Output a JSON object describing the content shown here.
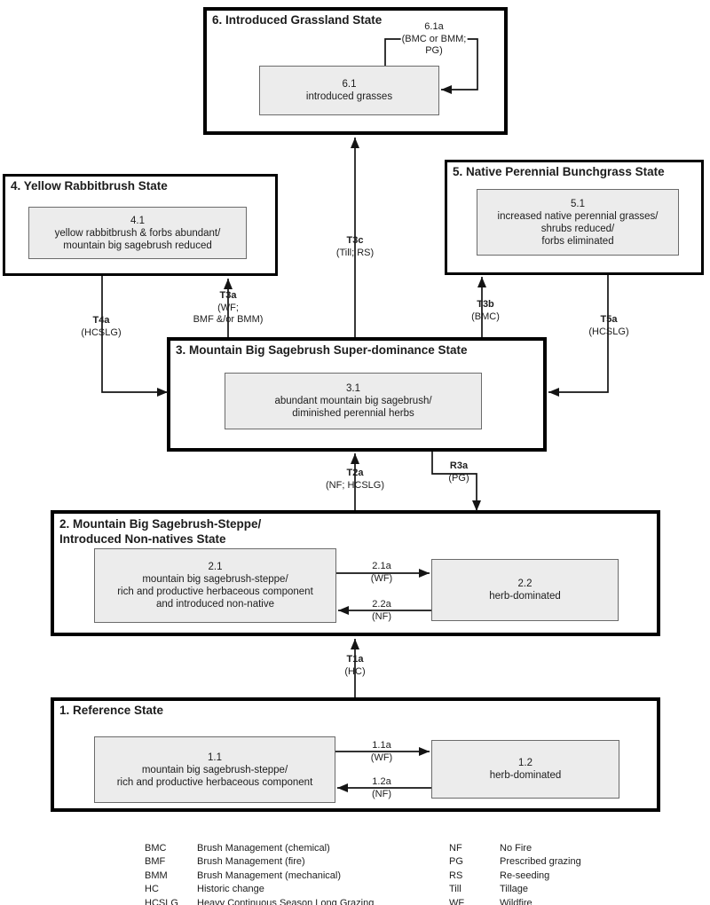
{
  "states": {
    "s1": {
      "title": "1. Reference State"
    },
    "s2": {
      "title_line1": "2. Mountain Big Sagebrush-Steppe/",
      "title_line2": "Introduced Non-natives State"
    },
    "s3": {
      "title": "3. Mountain Big Sagebrush Super-dominance State"
    },
    "s4": {
      "title": "4. Yellow Rabbitbrush State"
    },
    "s5": {
      "title": "5. Native Perennial Bunchgrass State"
    },
    "s6": {
      "title": "6. Introduced Grassland State"
    }
  },
  "communities": {
    "c11": {
      "id": "1.1",
      "l1": "mountain big sagebrush-steppe/",
      "l2": "rich and productive herbaceous component"
    },
    "c12": {
      "id": "1.2",
      "l1": "herb-dominated"
    },
    "c21": {
      "id": "2.1",
      "l1": "mountain big sagebrush-steppe/",
      "l2": "rich and productive herbaceous component",
      "l3": "and introduced non-native"
    },
    "c22": {
      "id": "2.2",
      "l1": "herb-dominated"
    },
    "c31": {
      "id": "3.1",
      "l1": "abundant mountain big sagebrush/",
      "l2": "diminished perennial herbs"
    },
    "c41": {
      "id": "4.1",
      "l1": "yellow rabbitbrush & forbs abundant/",
      "l2": "mountain big sagebrush reduced"
    },
    "c51": {
      "id": "5.1",
      "l1": "increased native perennial grasses/",
      "l2": "shrubs reduced/",
      "l3": "forbs eliminated"
    },
    "c61": {
      "id": "6.1",
      "l1": "introduced grasses"
    }
  },
  "transitions": {
    "t1a": {
      "name": "T1a",
      "cause": "(HC)"
    },
    "t2a": {
      "name": "T2a",
      "cause": "(NF; HCSLG)"
    },
    "t3a": {
      "name": "T3a",
      "cause1": "(WF;",
      "cause2": "BMF &/or BMM)"
    },
    "t3b": {
      "name": "T3b",
      "cause": "(BMC)"
    },
    "t3c": {
      "name": "T3c",
      "cause": "(Till; RS)"
    },
    "t4a": {
      "name": "T4a",
      "cause": "(HCSLG)"
    },
    "t5a": {
      "name": "T5a",
      "cause": "(HCSLG)"
    },
    "r3a": {
      "name": "R3a",
      "cause": "(PG)"
    },
    "p61a": {
      "name": "6.1a",
      "cause1": "(BMC or BMM;",
      "cause2": "PG)"
    },
    "p21a": {
      "name": "2.1a",
      "cause": "(WF)"
    },
    "p22a": {
      "name": "2.2a",
      "cause": "(NF)"
    },
    "p11a": {
      "name": "1.1a",
      "cause": "(WF)"
    },
    "p12a": {
      "name": "1.2a",
      "cause": "(NF)"
    }
  },
  "legend": {
    "left": [
      {
        "abbr": "BMC",
        "def": "Brush Management (chemical)"
      },
      {
        "abbr": "BMF",
        "def": "Brush Management (fire)"
      },
      {
        "abbr": "BMM",
        "def": "Brush Management (mechanical)"
      },
      {
        "abbr": "HC",
        "def": "Historic change"
      },
      {
        "abbr": "HCSLG",
        "def": "Heavy Continuous Season Long Grazing"
      }
    ],
    "right": [
      {
        "abbr": "NF",
        "def": "No Fire"
      },
      {
        "abbr": "PG",
        "def": "Prescribed grazing"
      },
      {
        "abbr": "RS",
        "def": "Re-seeding"
      },
      {
        "abbr": "Till",
        "def": "Tillage"
      },
      {
        "abbr": "WF",
        "def": "Wildfire"
      }
    ]
  },
  "colors": {
    "state_border": "#000000",
    "community_fill": "#ececec",
    "community_border": "#6b6b6b",
    "arrow": "#141414"
  }
}
